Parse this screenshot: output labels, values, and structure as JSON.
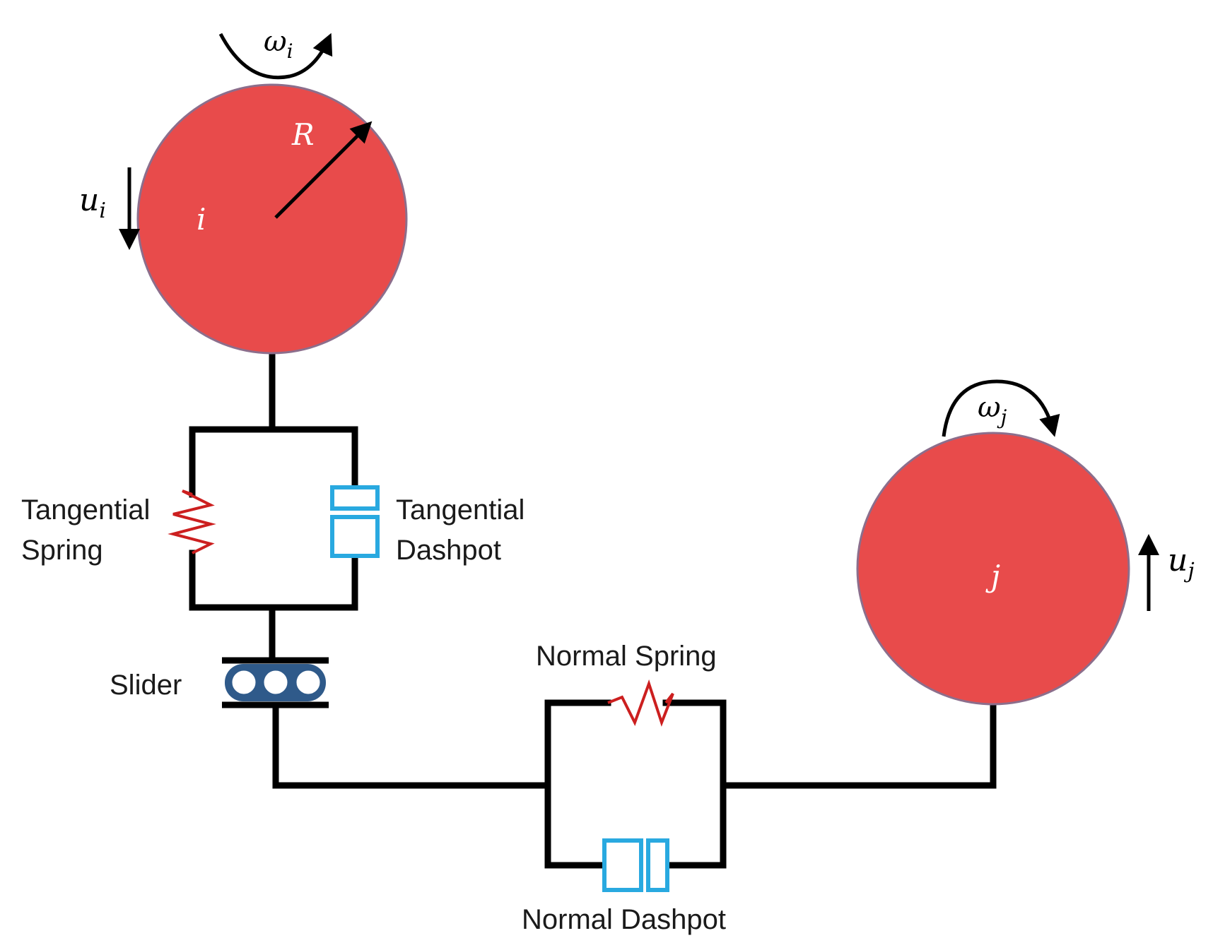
{
  "particles": {
    "i": {
      "label": "i",
      "radius_label": "R",
      "omega": "ω",
      "omega_sub": "i",
      "u": "u",
      "u_sub": "i"
    },
    "j": {
      "label": "j",
      "omega": "ω",
      "omega_sub": "j",
      "u": "u",
      "u_sub": "j"
    }
  },
  "components": {
    "tangential_spring": [
      "Tangential",
      "Spring"
    ],
    "tangential_dashpot": [
      "Tangential",
      "Dashpot"
    ],
    "slider": "Slider",
    "normal_spring": "Normal Spring",
    "normal_dashpot": "Normal Dashpot"
  },
  "colors": {
    "particle_fill": "#e84b4b",
    "particle_stroke": "#8c6e8c",
    "spring": "#cc1f1f",
    "dashpot": "#29a9e0",
    "slider": "#2f5a8a",
    "wire": "#000000"
  }
}
